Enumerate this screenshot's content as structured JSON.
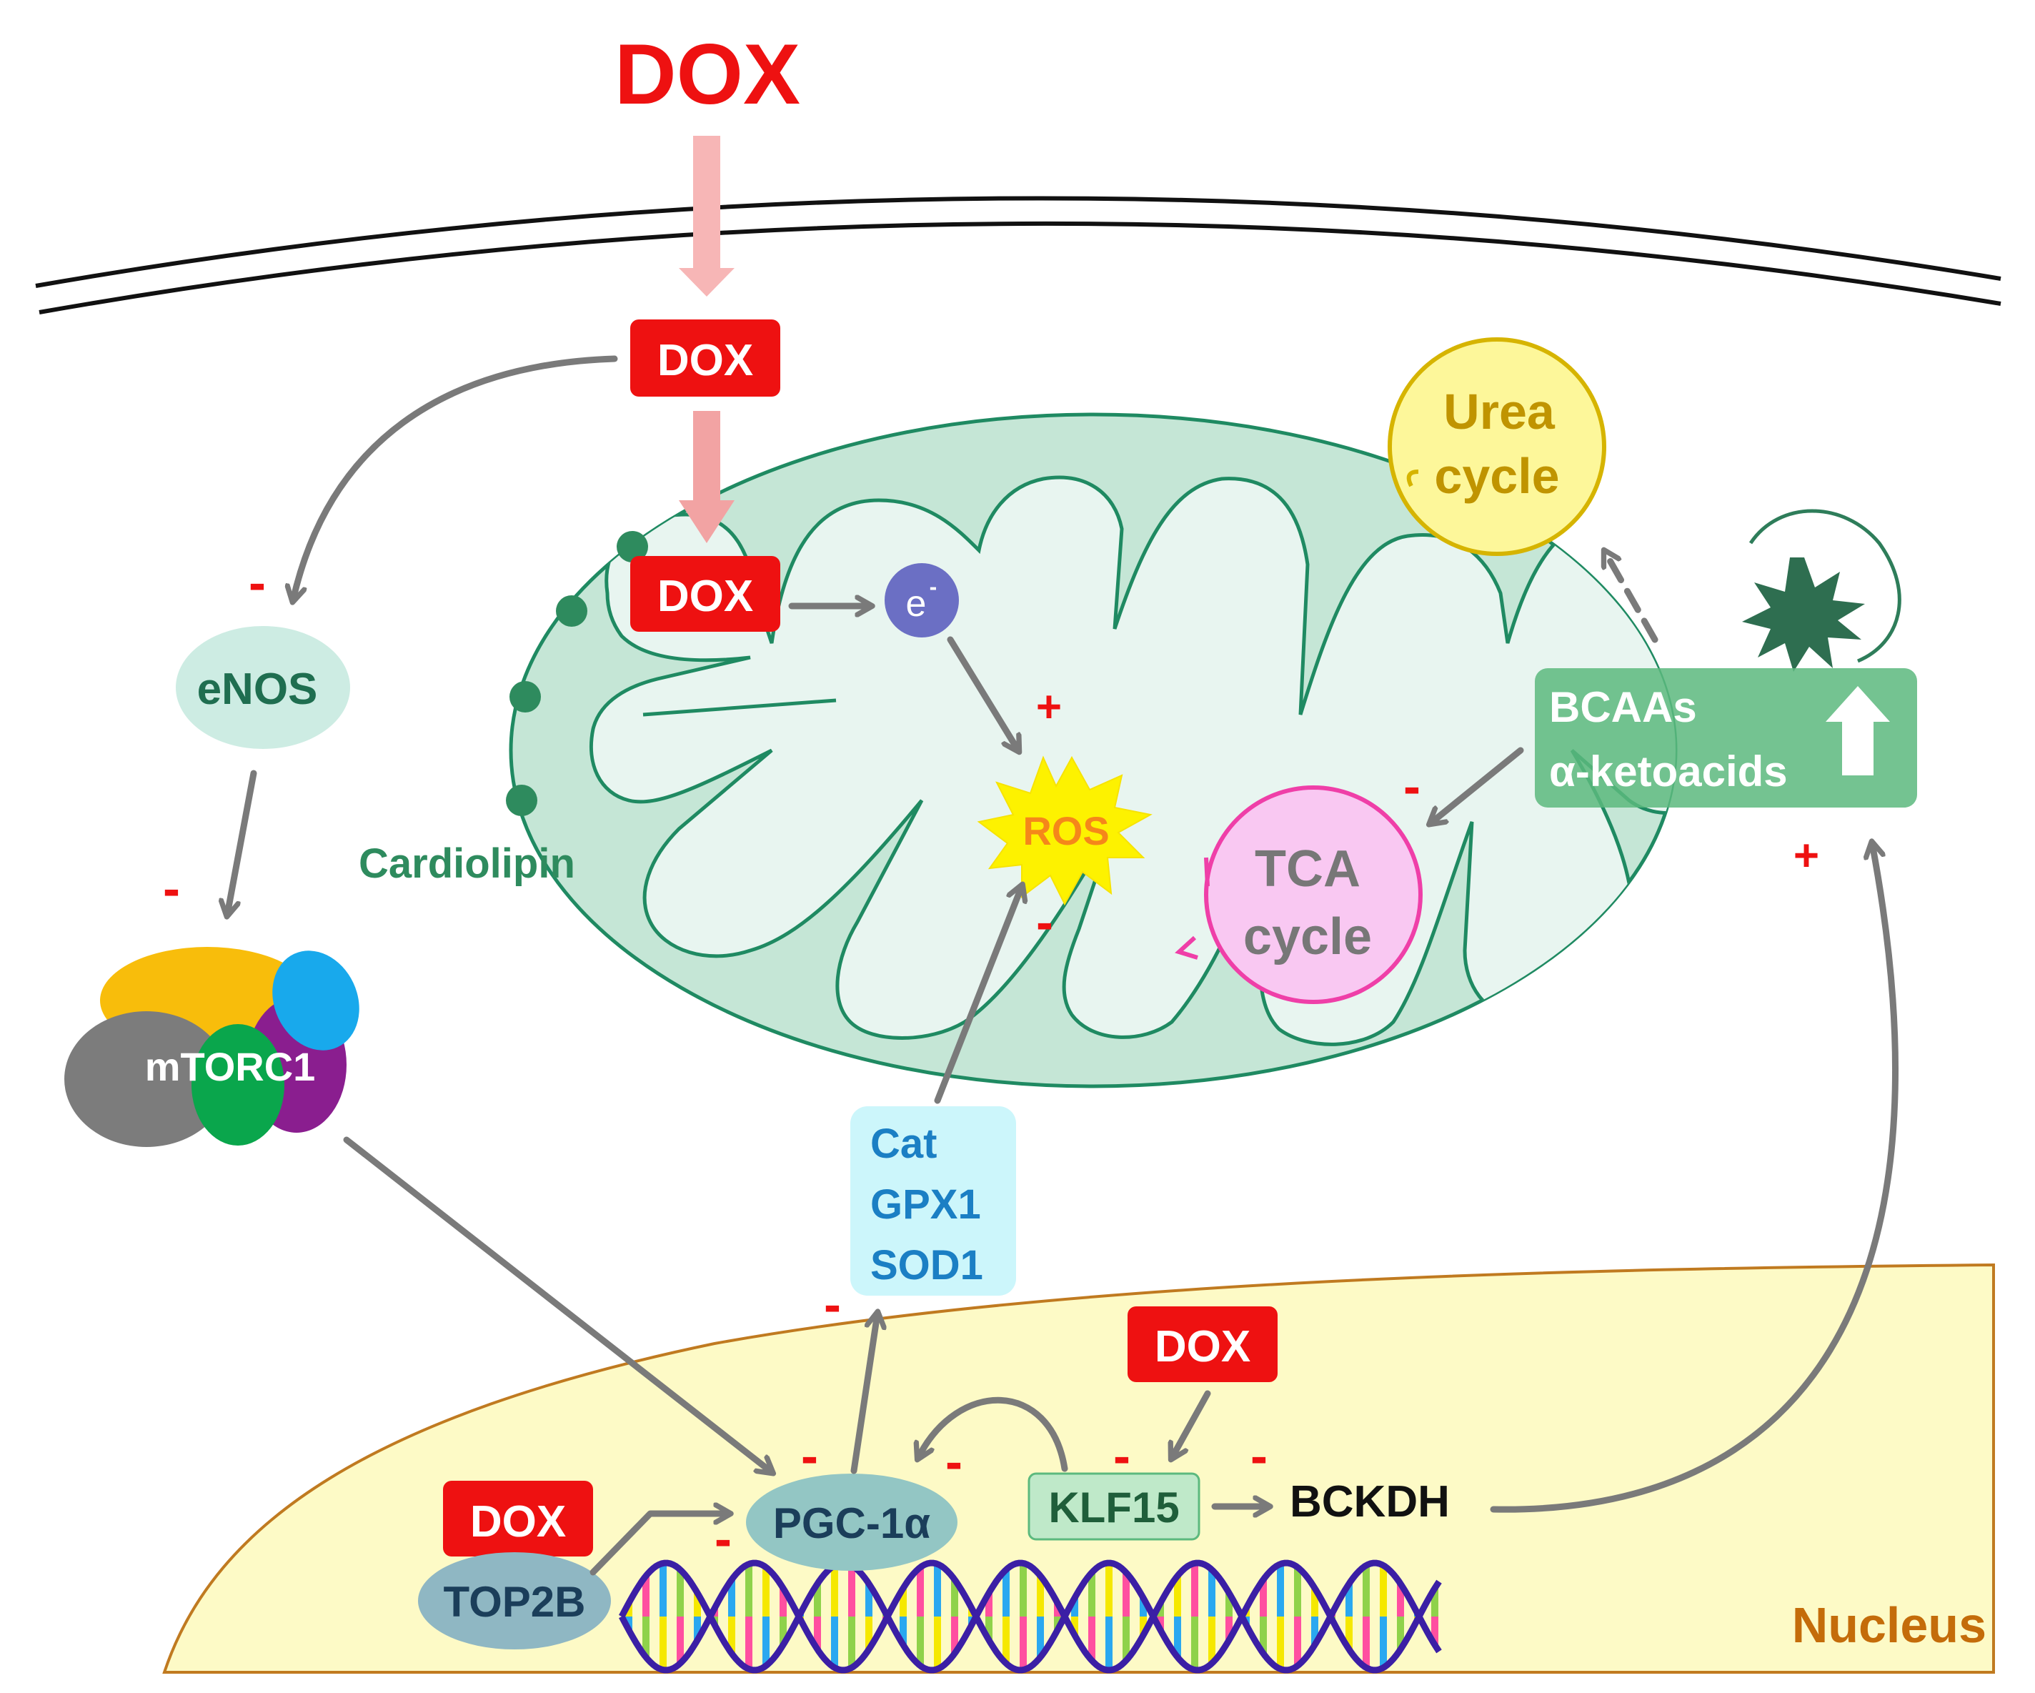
{
  "labels": {
    "dox_top": "DOX",
    "dox_cytoplasm": "DOX",
    "dox_mito": "DOX",
    "electron": "e",
    "electron_sup": "-",
    "enos": "eNOS",
    "mtorc1": "mTORC1",
    "cardiolipin": "Cardiolipin",
    "ros": "ROS",
    "urea_line1": "Urea",
    "urea_line2": "cycle",
    "tca_line1": "TCA",
    "tca_line2": "cycle",
    "bcaas_line1": "BCAAs",
    "bcaas_line2": "α-ketoacids",
    "antioxidant_1": "Cat",
    "antioxidant_2": "GPX1",
    "antioxidant_3": "SOD1",
    "dox_nucleus_right": "DOX",
    "dox_nucleus_left": "DOX",
    "top2b": "TOP2B",
    "pgc1a": "PGC-1α",
    "klf15": "KLF15",
    "bckdh": "BCKDH",
    "nucleus": "Nucleus"
  },
  "signs": {
    "minus": "-",
    "plus": "+"
  },
  "colors": {
    "dox_red": "#ee1111",
    "arrow_gray": "#7a7a7a",
    "mito_fill": "#c5e6d6",
    "mito_inner": "#e8f5f0",
    "mito_stroke": "#1f8a62",
    "nucleus_fill": "#fdfac6",
    "nucleus_stroke": "#c07a20",
    "urea_fill": "#fdf79a",
    "urea_text": "#c09400",
    "tca_fill": "#f9c8f2",
    "tca_stroke": "#ef3fa8",
    "bcaa_fill": "#5cb97e",
    "antioxidant_fill": "#ccf6fb",
    "antioxidant_text": "#1b7fc4",
    "pgc_fill": "#93c6c4",
    "klf_fill": "#bfe9c9"
  }
}
